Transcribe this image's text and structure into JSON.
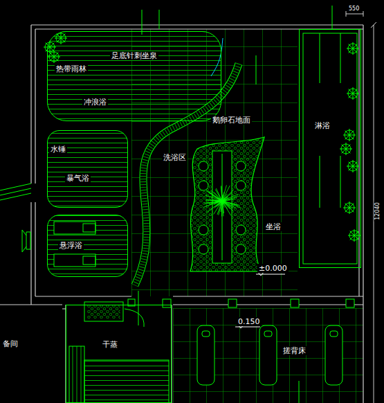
{
  "diagram": {
    "nodes": [
      {
        "text": [
          "足底针刺坐泉",
          "热带雨林",
          "冲浪浴"
        ]
      },
      {
        "text": [
          "水锤",
          "暴气浴"
        ]
      },
      {
        "text": [
          "悬浮浴"
        ]
      },
      {
        "text": [
          "淋浴"
        ]
      },
      {
        "text": [
          "干蒸"
        ]
      }
    ],
    "labels": [
      "鹅卵石地面",
      "洗浴区",
      "坐浴",
      "±0.000",
      "0.150",
      "搓背床",
      "备间",
      "550",
      "12040"
    ]
  }
}
